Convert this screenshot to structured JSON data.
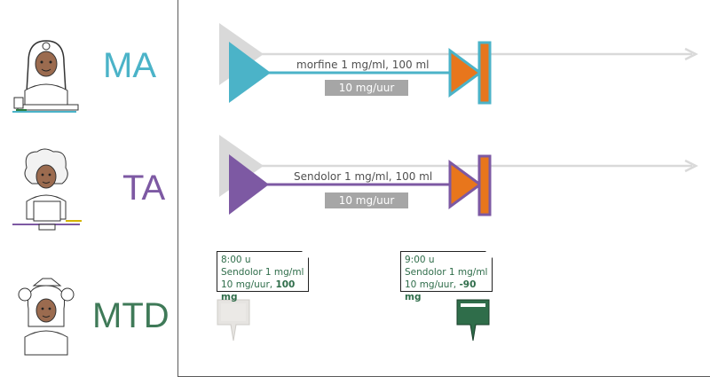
{
  "roles": [
    {
      "label": "MA",
      "color": "#4bb3c8"
    },
    {
      "label": "TA",
      "color": "#7d59a3"
    },
    {
      "label": "MTD",
      "color": "#3f7a58"
    }
  ],
  "lines": [
    {
      "drug": "morfine 1 mg/ml, 100 ml",
      "rate": "10 mg/uur",
      "color": "#4bb3c8"
    },
    {
      "drug": "Sendolor 1 mg/ml, 100 ml",
      "rate": "10 mg/uur",
      "color": "#7d59a3"
    }
  ],
  "events": [
    {
      "time": "8:00 u",
      "drug": "Sendolor 1 mg/ml",
      "rate": "10 mg/uur, ",
      "amount": "100 mg",
      "marker_color": "#e6e4e1"
    },
    {
      "time": "9:00 u",
      "drug": "Sendolor 1 mg/ml",
      "rate": "10 mg/uur, ",
      "amount": "-90 mg",
      "marker_color": "#2f6d4a"
    }
  ],
  "colors": {
    "end_marker": "#e8761c",
    "axis": "#d9d9d9",
    "start_shadow": "#d9d9d9"
  },
  "icons": [
    "doctor-avatar-icon",
    "nurse-avatar-icon",
    "pharmacist-avatar-icon",
    "start-triangle-icon",
    "stop-marker-icon",
    "location-marker-icon"
  ]
}
